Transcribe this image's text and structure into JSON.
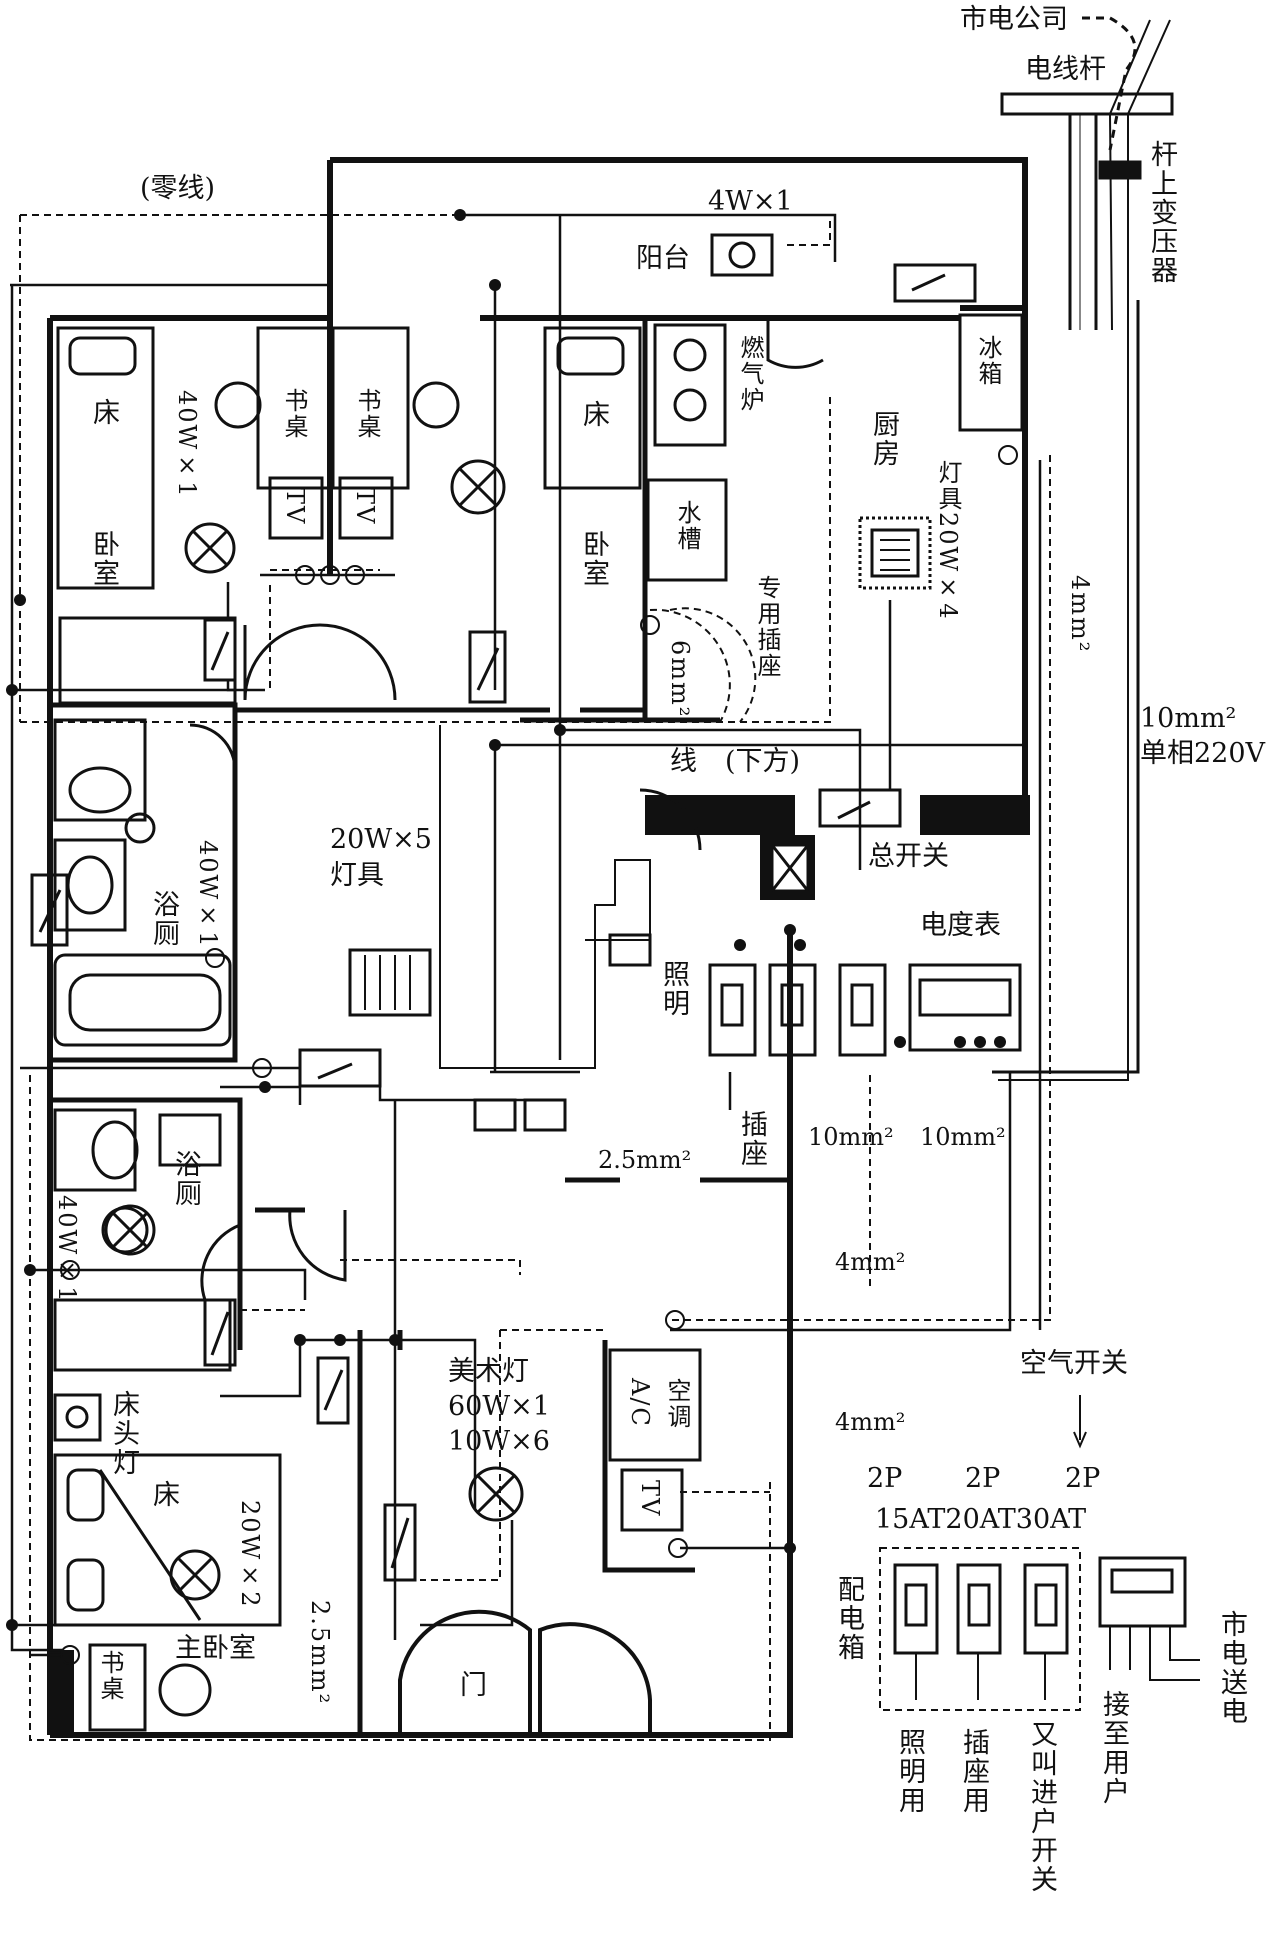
{
  "utility": {
    "power_company": "市电公司",
    "pole": "电线杆",
    "transformer": "杆上变压器",
    "service_cable": "10mm²",
    "service_phase": "单相220V"
  },
  "rooms": {
    "balcony": "阳台",
    "balcony_lamp": "4W×1",
    "neutral": "(零线)",
    "bedroom1": "卧室",
    "bedroom1_bed": "床",
    "bedroom1_lamp": "40W×1",
    "desk_a": "书桌",
    "desk_b": "书桌",
    "tv_a": "TV",
    "tv_b": "TV",
    "bedroom2": "卧室",
    "bedroom2_bed": "床",
    "gas_stove": "燃气炉",
    "fridge": "冰箱",
    "kitchen": "厨房",
    "sink": "水槽",
    "kitchen_lamp": "灯具20W×4",
    "dedicated_socket": "专用插座",
    "socket_cable": "6mm²",
    "wire_label": "线",
    "below": "(下方)",
    "main_switch": "总开关",
    "kitchen_cable": "4mm²",
    "bath1": "浴厕",
    "bath1_lamp": "40W×1",
    "hall_lamp_rating": "20W×5",
    "hall_lamp_name": "灯具",
    "meter": "电度表",
    "lighting": "照明",
    "socket": "插座",
    "cable_25": "2.5mm²",
    "cable_10a": "10mm²",
    "cable_10b": "10mm²",
    "cable_4a": "4mm²",
    "cable_4b": "4mm²",
    "bath2": "浴厕",
    "bath2_lamp": "40W×1",
    "bedside_lamp": "床头灯",
    "master_bed": "床",
    "master_lamp": "20W×2",
    "master_bedroom": "主卧室",
    "master_desk": "书桌",
    "master_cable": "2.5mm²",
    "art_lamp_name": "美术灯",
    "art_lamp_1": "60W×1",
    "art_lamp_2": "10W×6",
    "ac_code": "A/C",
    "ac_name": "空调",
    "tv_c": "TV",
    "door": "门"
  },
  "panel": {
    "air_switch": "空气开关",
    "pole_a": "2P",
    "pole_b": "2P",
    "pole_c": "2P",
    "ratings": "15AT20AT30AT",
    "box": "配电箱",
    "out_lighting": "照明用",
    "out_socket": "插座用",
    "out_main": "又叫进户开关",
    "to_user": "接至用户",
    "mains": "市电送电"
  }
}
